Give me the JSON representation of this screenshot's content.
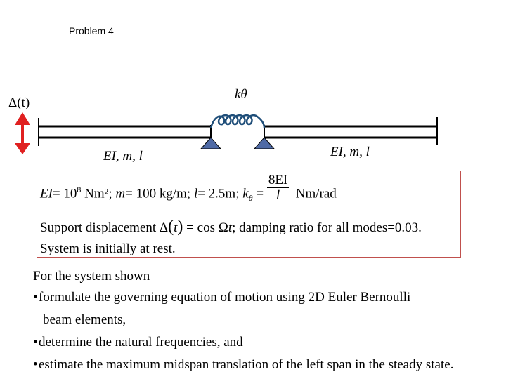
{
  "page_title": "Problem 4",
  "figure": {
    "label_delta_t": "Δ(t)",
    "label_k_theta": "kθ",
    "label_left_span": "EI, m, l",
    "label_right_span": "EI, m, l"
  },
  "parameters": {
    "ei_label": "EI",
    "ei_value": "= 10",
    "ei_exp": "8",
    "ei_unit": " Nm²; ",
    "m_label": "m",
    "m_value": "= 100 kg/m; ",
    "l_label": "l",
    "l_value": "= 2.5m; ",
    "k_label": "k",
    "k_sub": "θ",
    "k_eq": " = ",
    "k_num": "8EI",
    "k_den": "l",
    "k_unit": "Nm/rad",
    "support_prefix": "Support displacement Δ",
    "support_t": "t",
    "support_eq": " = cos Ω",
    "support_t2": "t",
    "support_suffix": ";  damping ratio for all modes=0.03.",
    "rest": "System is initially at rest."
  },
  "tasks": {
    "intro": "For the system shown",
    "bullet": "•",
    "item1_line1": "formulate the governing equation of motion using 2D Euler Bernoulli",
    "item1_line2": "beam elements,",
    "item2": "determine the natural frequencies, and",
    "item3": "estimate the maximum midspan translation of the left span in the steady state."
  },
  "colors": {
    "accent_red": "#e02020",
    "box_border": "#c0504d",
    "support_fill": "#4f6aa6"
  }
}
